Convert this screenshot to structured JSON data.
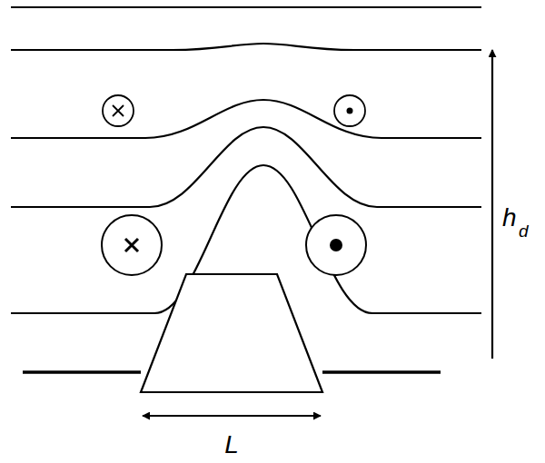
{
  "diagram": {
    "labels": [
      "L",
      "h",
      "d"
    ]
  }
}
